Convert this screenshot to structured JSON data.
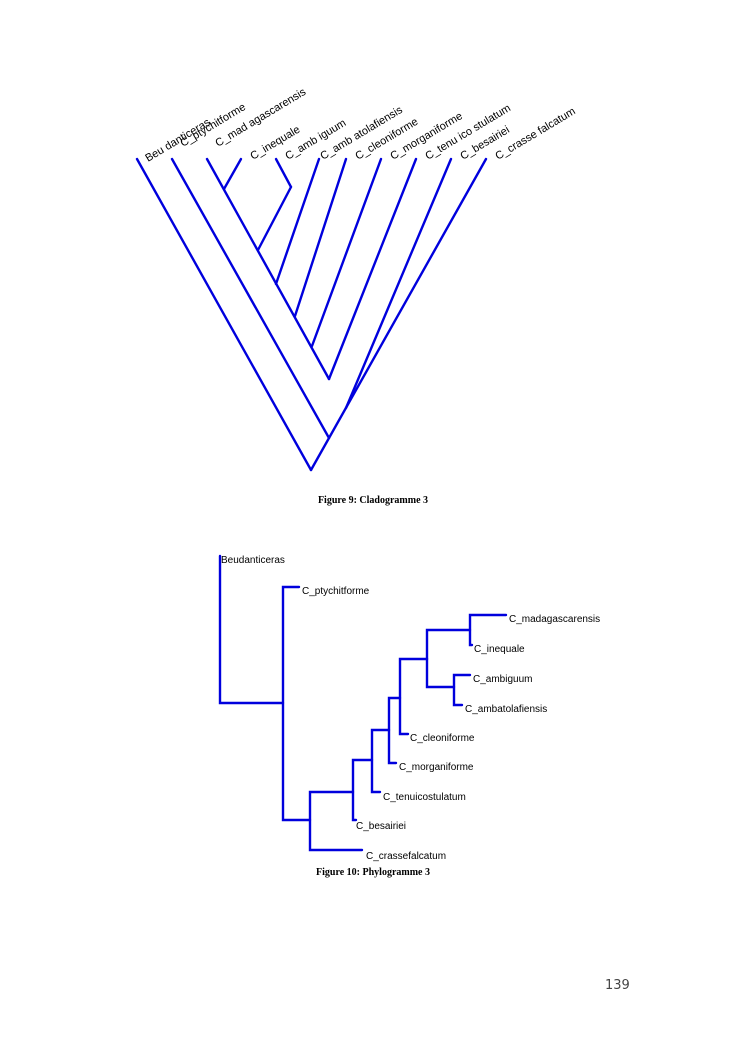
{
  "cladogram": {
    "caption": "Figure 9: Cladogramme 3",
    "taxa": [
      "Beu danticeras",
      "C_ptychitforme",
      "C_mad agascarensis",
      "C_inequale",
      "C_amb iguum",
      "C_amb atolafiensis",
      "C_cleoniforme",
      "C_morganiforme",
      "C_tenu ico stulatum",
      "C_besairiei",
      "C_crasse falcatum"
    ]
  },
  "phylogram": {
    "caption": "Figure 10: Phylogramme 3",
    "taxa": [
      "Beudanticeras",
      "C_ptychitforme",
      "C_madagascarensis",
      "C_inequale",
      "C_ambiguum",
      "C_ambatolafiensis",
      "C_cleoniforme",
      "C_morganiforme",
      "C_tenuicostulatum",
      "C_besairiei",
      "C_crassefalcatum"
    ]
  },
  "page": {
    "number": "139"
  },
  "colors": {
    "branch": "#0000dd"
  }
}
